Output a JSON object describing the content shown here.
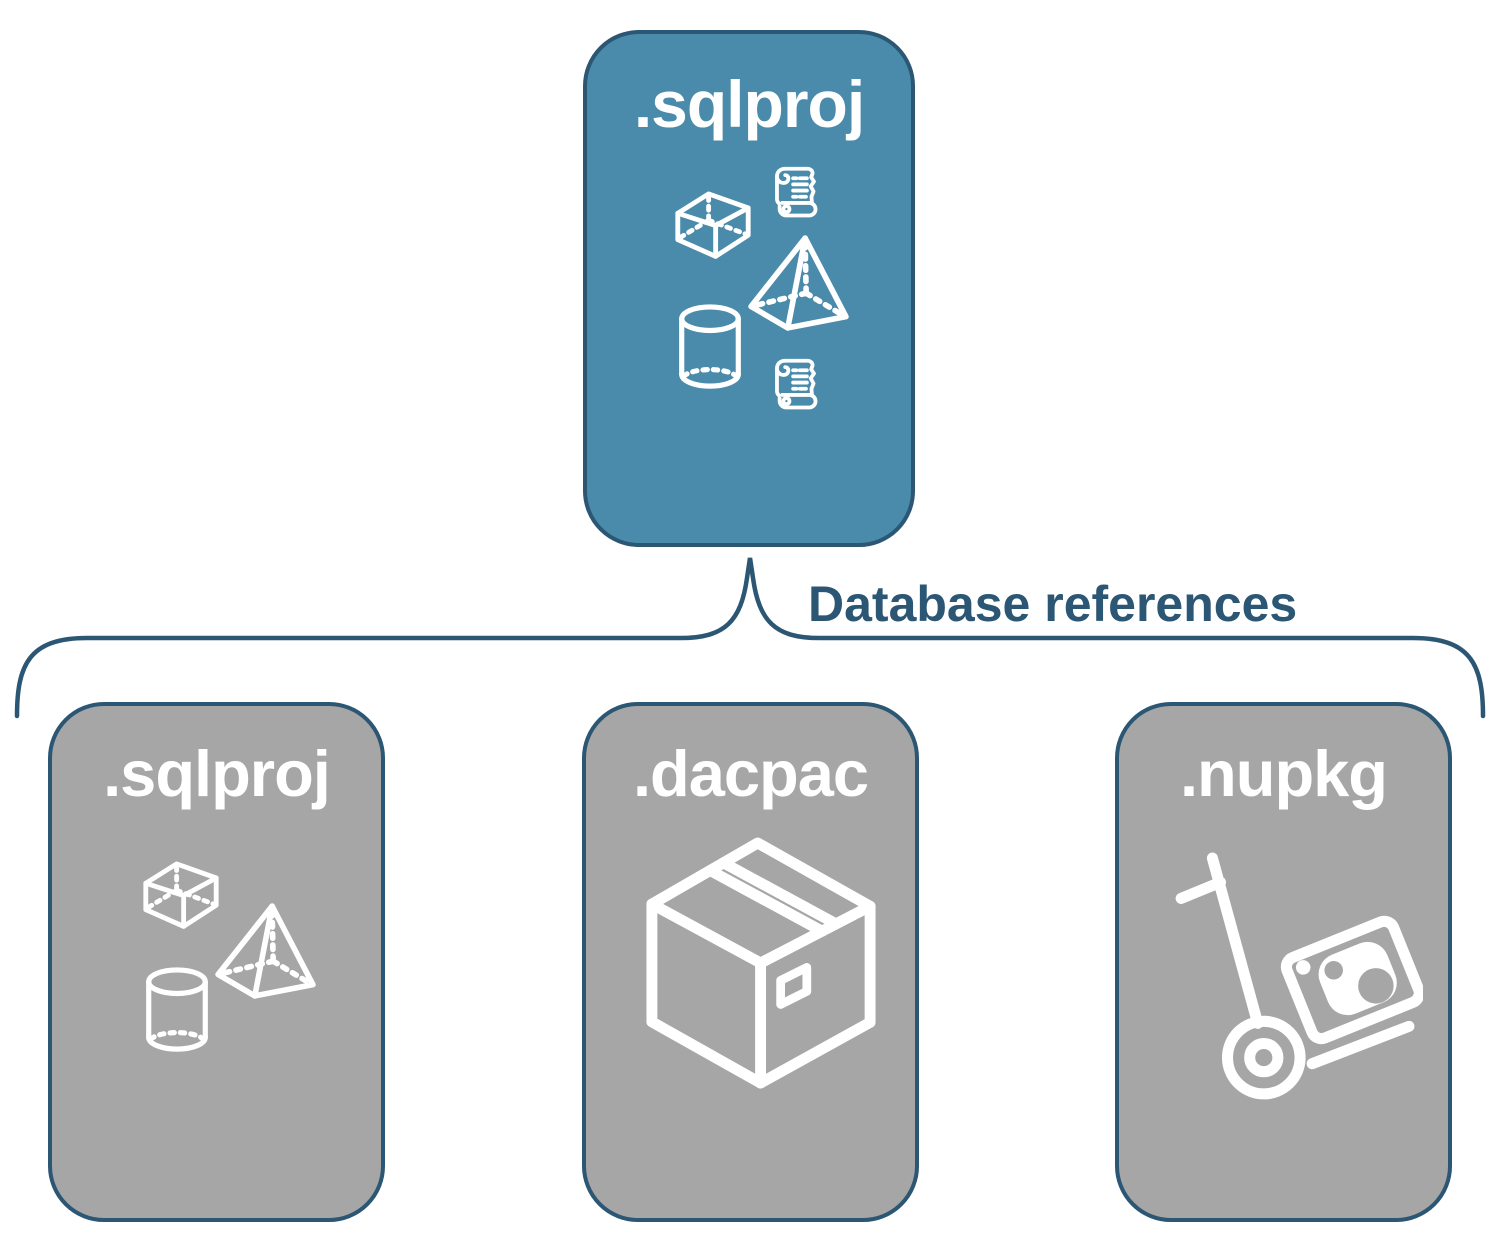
{
  "colors": {
    "teal": "#4A8BAB",
    "navy": "#2B5674",
    "gray-node": "#A6A6A6",
    "icon-stroke": "#FFFFFF"
  },
  "root_node": {
    "label": ".sqlproj"
  },
  "connector_label": "Database references",
  "child_nodes": [
    {
      "id": "sqlproj",
      "label": ".sqlproj"
    },
    {
      "id": "dacpac",
      "label": ".dacpac"
    },
    {
      "id": "nupkg",
      "label": ".nupkg"
    }
  ]
}
